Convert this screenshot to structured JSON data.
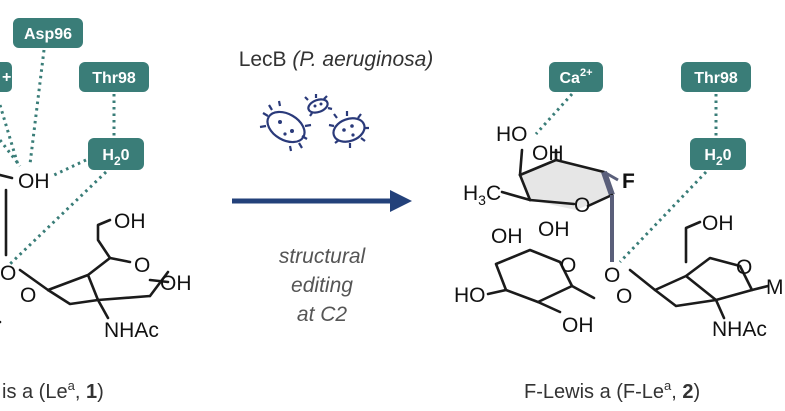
{
  "protein": {
    "name": "LecB",
    "organism": "(P. aeruginosa)"
  },
  "edit_label": {
    "line1": "structural",
    "line2": "editing",
    "line3": "at C2"
  },
  "left": {
    "tags": {
      "asp": "Asp96",
      "thr": "Thr98",
      "water": "H",
      "water_sub": "2",
      "water_end": "0",
      "ca_frag": "+"
    },
    "atoms": {
      "oh_top": "OH",
      "oh_ch2": "OH",
      "oh_anom": "OH",
      "nhac": "NHAc",
      "o_ring": "O",
      "o_link1": "O",
      "o_link2": "O"
    },
    "caption": {
      "prefix": "is a (Le",
      "sup": "a",
      "sep": ", ",
      "num": "1",
      "suffix": ")"
    }
  },
  "right": {
    "tags": {
      "ca": "Ca",
      "ca_sup": "2+",
      "thr": "Thr98",
      "water": "H",
      "water_sub": "2",
      "water_end": "0"
    },
    "atoms": {
      "ho_fuc": "HO",
      "oh_fuc": "OH",
      "h3c": "H",
      "h3c_sub": "3",
      "h3c_end": "C",
      "f": "F",
      "o_fuc": "O",
      "oh_gal1": "OH",
      "oh_gal2": "OH",
      "o_gal": "O",
      "ho_gal": "HO",
      "oh_gal3": "OH",
      "o_link_fuc": "O",
      "o_link_gal": "O",
      "oh_glc": "OH",
      "o_glc": "O",
      "nhac": "NHAc",
      "m_frag": "M"
    },
    "caption": {
      "prefix": "F-Lewis a (F-Le",
      "sup": "a",
      "sep": ", ",
      "num": "2",
      "suffix": ")"
    }
  },
  "colors": {
    "tag": "#3a7d78",
    "arrow": "#23417a",
    "bond": "#1b1b1b",
    "fluoro_bond": "#5a5f7a"
  }
}
